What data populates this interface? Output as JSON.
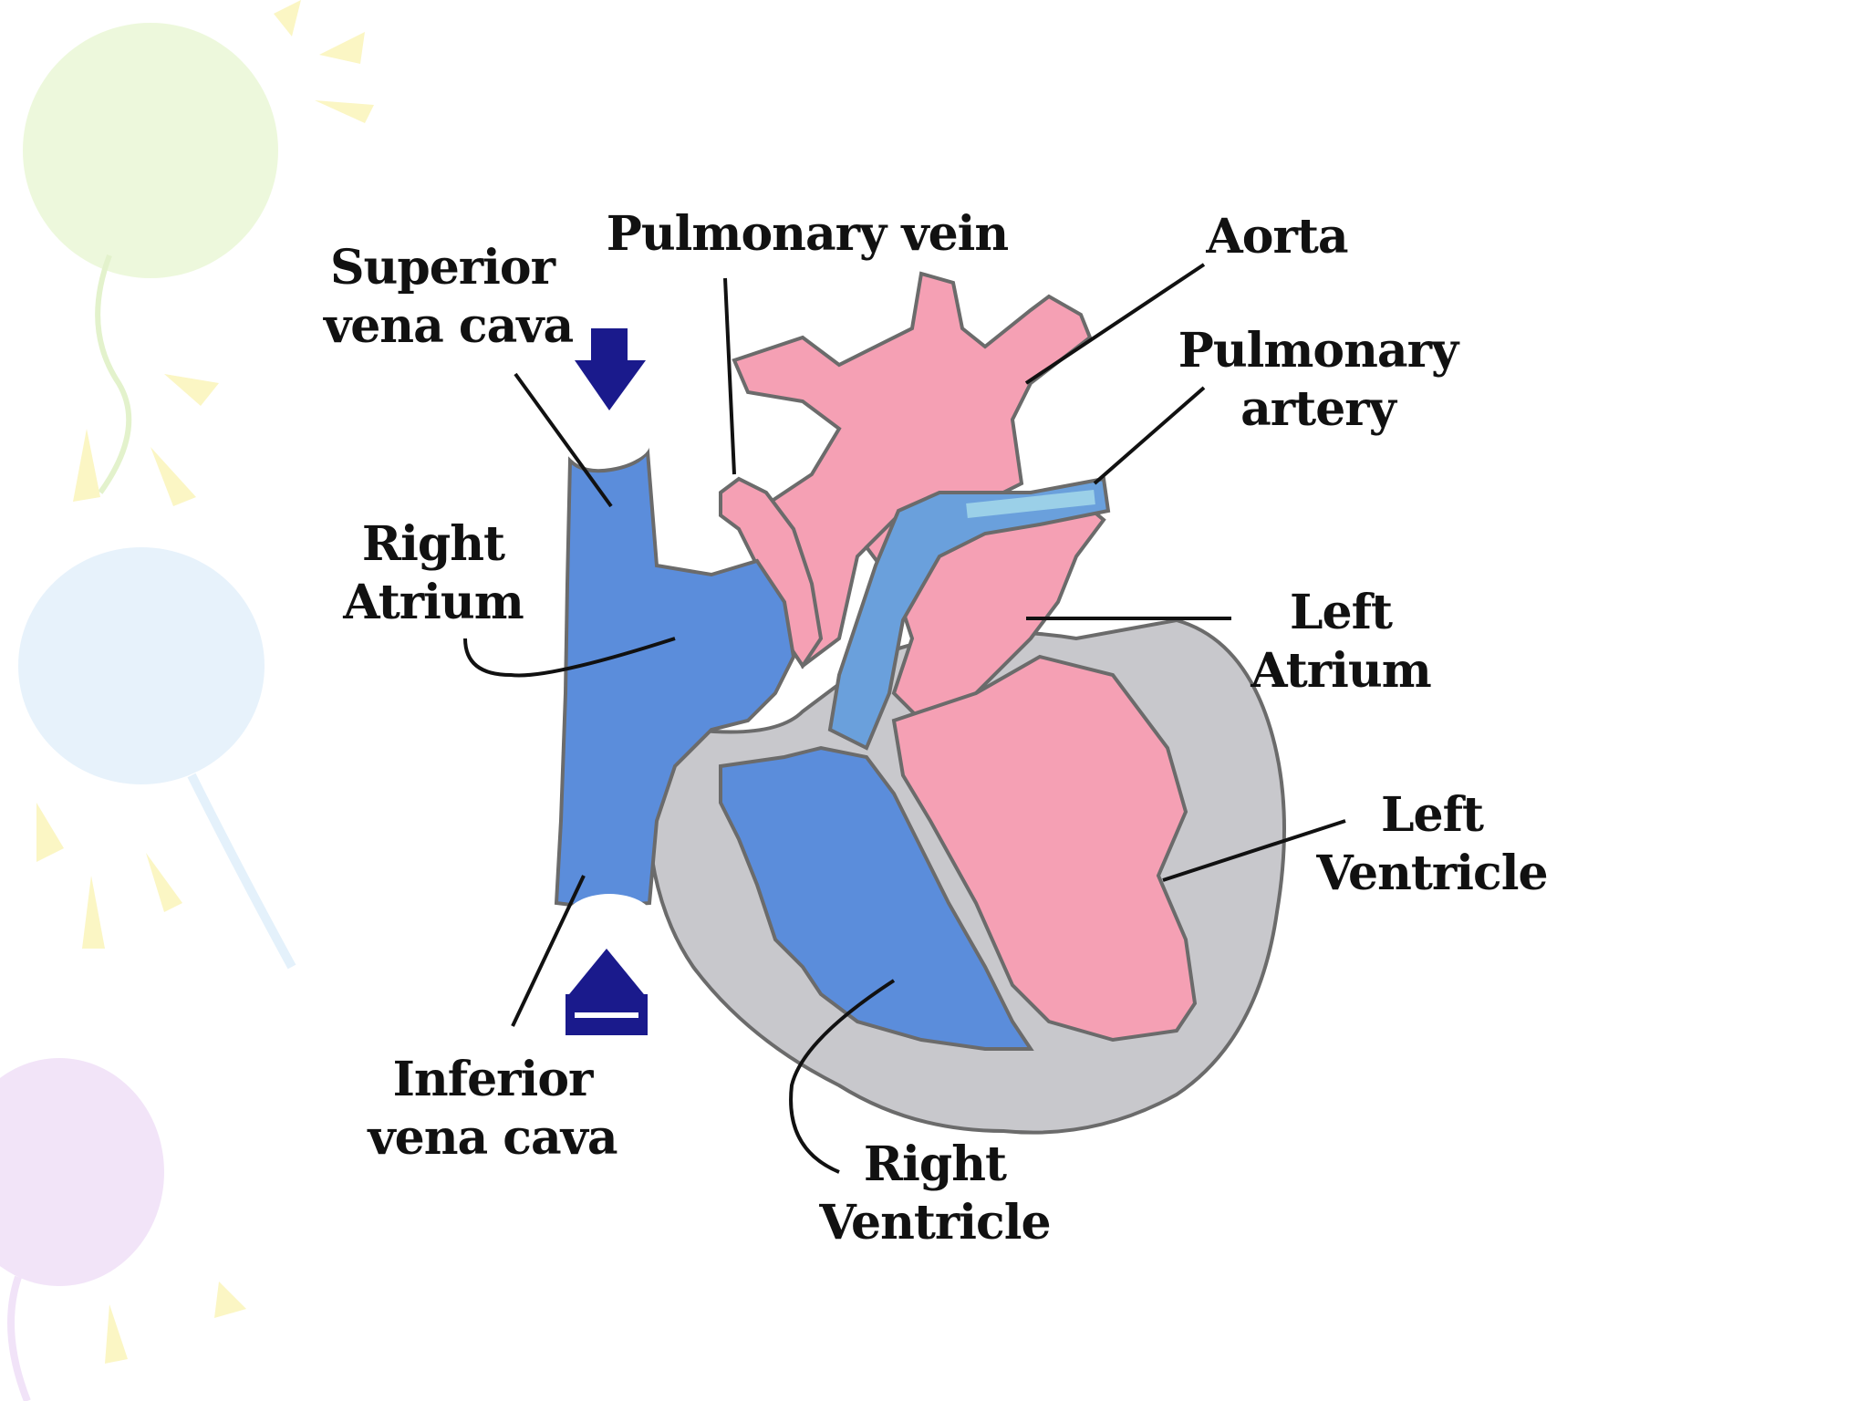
{
  "labels": {
    "superior_vena_cava": [
      "Superior",
      "vena cava"
    ],
    "pulmonary_vein": [
      "Pulmonary vein"
    ],
    "aorta": [
      "Aorta"
    ],
    "pulmonary_artery": [
      "Pulmonary",
      "artery"
    ],
    "right_atrium": [
      "Right",
      "Atrium"
    ],
    "left_atrium": [
      "Left",
      "Atrium"
    ],
    "left_ventricle": [
      "Left",
      "Ventricle"
    ],
    "inferior_vena_cava": [
      "Inferior",
      "vena cava"
    ],
    "right_ventricle": [
      "Right",
      "Ventricle"
    ]
  },
  "colors": {
    "deoxygenated": "#5b8ddb",
    "oxygenated": "#f5a0b4",
    "muscle": "#c8c8cc",
    "flow_arrow": "#1a1a8c",
    "outline": "#6b6b6b"
  },
  "icons": {
    "flow_arrow_down": "arrow-down-icon",
    "flow_arrow_up": "arrow-up-icon"
  }
}
